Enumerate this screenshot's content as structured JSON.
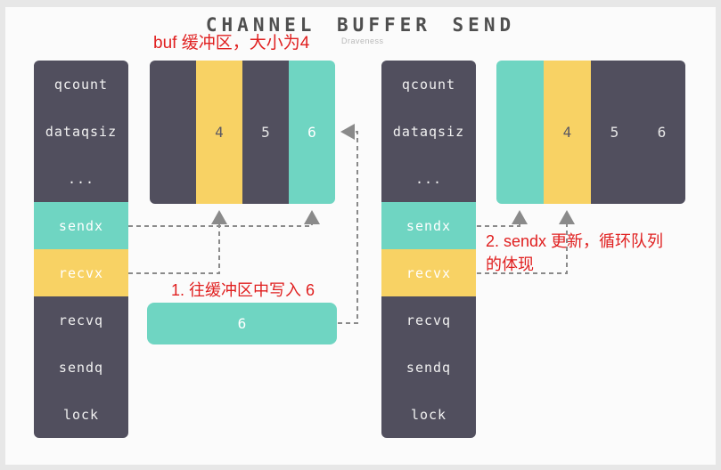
{
  "title": "CHANNEL BUFFER SEND",
  "watermark": "Draveness",
  "colors": {
    "dark": "#514f5e",
    "teal": "#6fd5c2",
    "yellow": "#f8d264",
    "red": "#e01f1f",
    "arrow": "#8a8a8a"
  },
  "struct_fields": [
    "qcount",
    "dataqsiz",
    "...",
    "sendx",
    "recvx",
    "recvq",
    "sendq",
    "lock"
  ],
  "buffers": {
    "left": {
      "cells": [
        "",
        "4",
        "5",
        "6"
      ]
    },
    "right": {
      "cells": [
        "",
        "4",
        "5",
        "6"
      ]
    }
  },
  "write_value": "6",
  "annotations": {
    "buf_size": "buf 缓冲区，大小为4",
    "step1": "1. 往缓冲区中写入 6",
    "step2_line1": "2. sendx 更新，循环队列",
    "step2_line2": "的体现"
  }
}
